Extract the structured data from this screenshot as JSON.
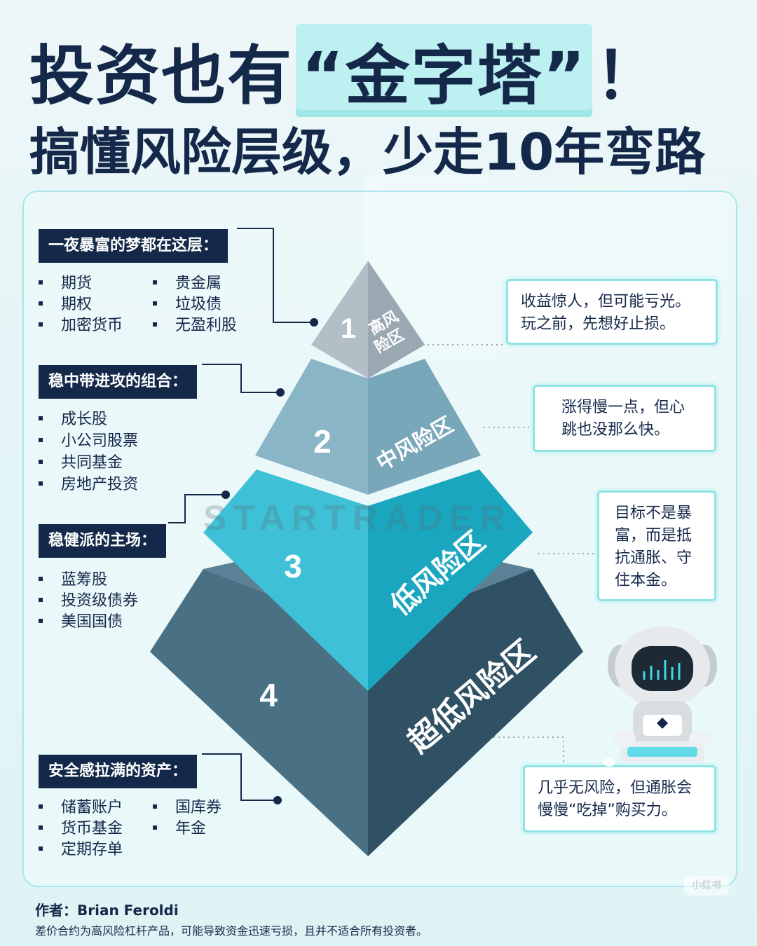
{
  "header": {
    "title_prefix": "投资也有",
    "title_highlight": "“金字塔”",
    "title_suffix": "！",
    "subtitle": "搞懂风险层级，少走10年弯路"
  },
  "watermark": "STARTRADER",
  "tiers": [
    {
      "number": "1",
      "name": "高风险区",
      "name_lines": [
        "高风",
        "险区"
      ]
    },
    {
      "number": "2",
      "name": "中风险区"
    },
    {
      "number": "3",
      "name": "低风险区"
    },
    {
      "number": "4",
      "name": "超低风险区"
    }
  ],
  "groups": [
    {
      "label": "一夜暴富的梦都在这层：",
      "items": [
        "期货",
        "期权",
        "加密货币",
        "贵金属",
        "垃圾债",
        "无盈利股"
      ]
    },
    {
      "label": "稳中带进攻的组合：",
      "items": [
        "成长股",
        "小公司股票",
        "共同基金",
        "房地产投资"
      ]
    },
    {
      "label": "稳健派的主场：",
      "items": [
        "蓝筹股",
        "投资级债券",
        "美国国债"
      ]
    },
    {
      "label": "安全感拉满的资产：",
      "items": [
        "储蓄账户",
        "货币基金",
        "定期存单",
        "国库券",
        "年金"
      ]
    }
  ],
  "notes": [
    {
      "lines": [
        "收益惊人，但可能亏光。",
        "玩之前，先想好止损。"
      ]
    },
    {
      "lines": [
        "涨得慢一点，但心",
        "跳也没那么快。"
      ]
    },
    {
      "lines": [
        "目标不是暴",
        "富，而是抵",
        "抗通胀、守",
        "住本金。"
      ]
    },
    {
      "lines": [
        "几乎无风险，但通胀会",
        "慢慢“吃掉”购买力。"
      ]
    }
  ],
  "footer": {
    "author": "作者：Brian Feroldi",
    "disclaimer": "差价合约为高风险杠杆产品，可能导致资金迅速亏损，且并不适合所有投资者。"
  },
  "badge": "小红书",
  "colors": {
    "navy": "#14284a",
    "highlight": "#bdf0f0",
    "tier1_left": "#b3bfc7",
    "tier1_right": "#9aa8b2",
    "tier2_left": "#8ab5c6",
    "tier2_right": "#78a7ba",
    "tier3_left": "#3ec0d6",
    "tier3_right": "#1aa6bf",
    "tier4_left": "#3e6377",
    "tier4_right": "#2f5163",
    "note_border": "#8fe3e4"
  }
}
